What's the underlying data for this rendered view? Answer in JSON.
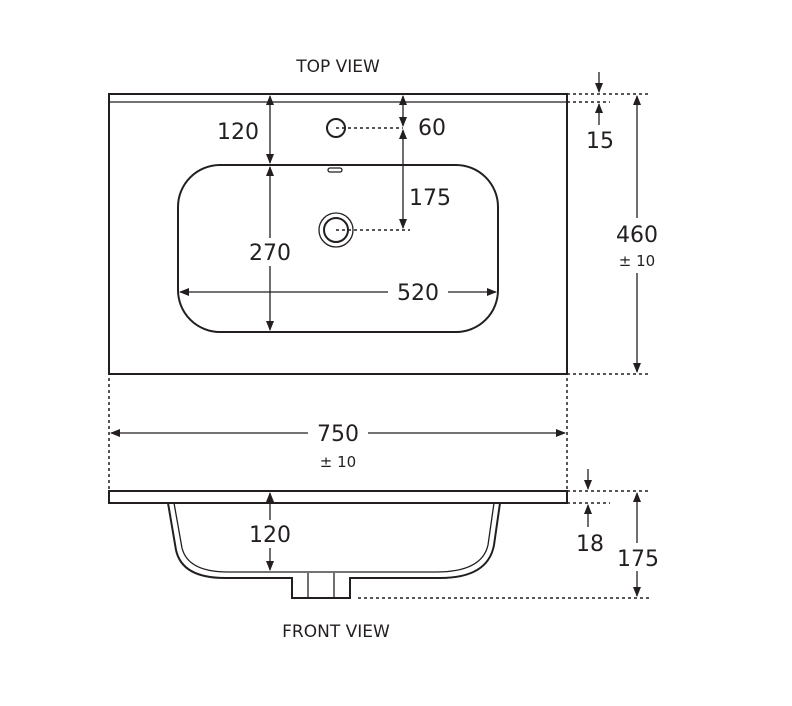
{
  "top_view": {
    "title": "TOP VIEW",
    "dims": {
      "tap_to_basin": "120",
      "tap_offset": "60",
      "tap_to_waste": "175",
      "basin_depth": "270",
      "basin_width": "520",
      "rim": "15",
      "overall_depth": "460",
      "overall_depth_tol": "± 10"
    }
  },
  "overall_width": "750",
  "overall_width_tol": "± 10",
  "front_view": {
    "title": "FRONT VIEW",
    "dims": {
      "bowl_depth": "120",
      "slab_thickness": "18",
      "overall_height": "175"
    }
  },
  "colors": {
    "line": "#231f20",
    "background": "#ffffff"
  }
}
